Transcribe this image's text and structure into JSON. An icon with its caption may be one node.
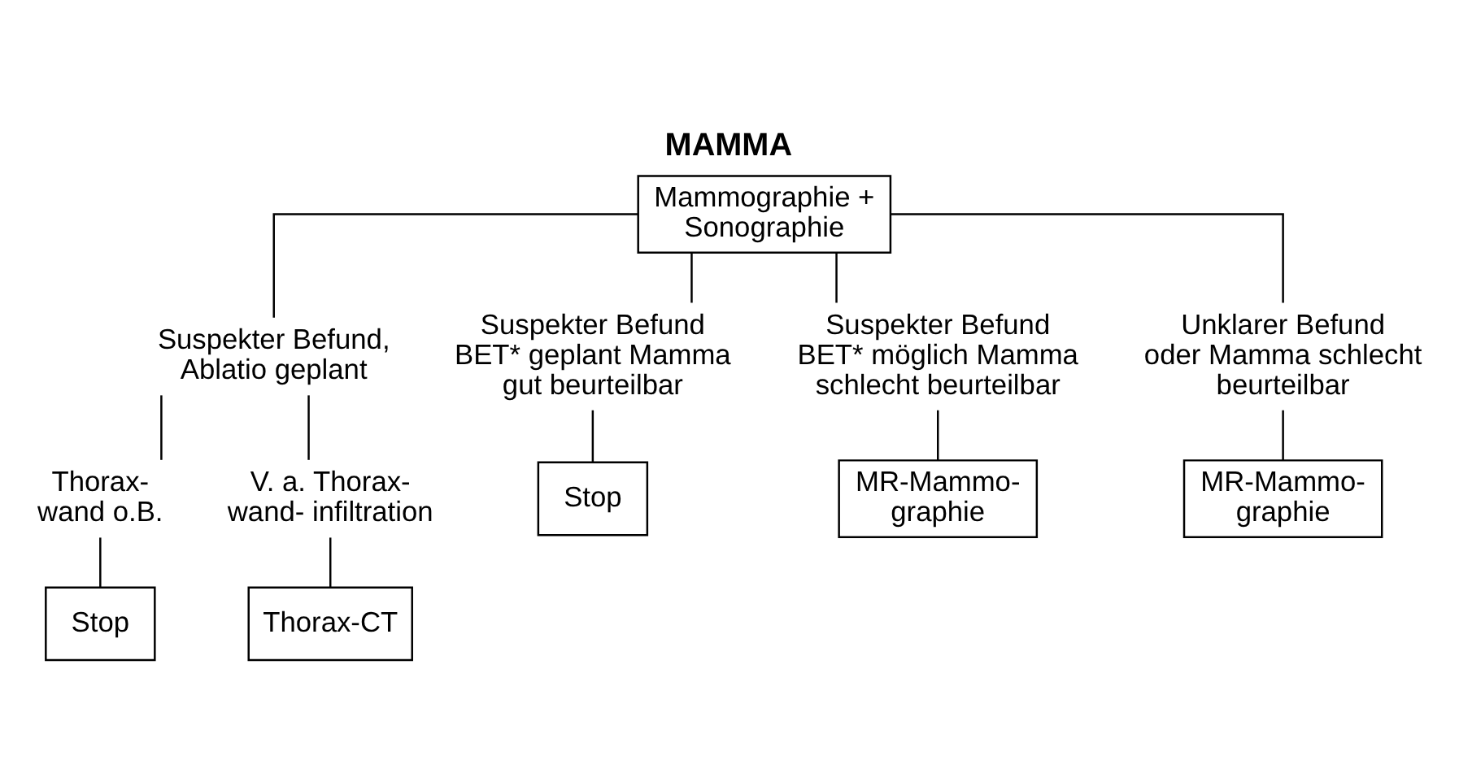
{
  "diagram": {
    "title": "MAMMA",
    "nodes": [
      {
        "text": [
          "Mammographie + Sonographie"
        ]
      },
      {
        "text": [
          "Suspekter Befund, Ablatio geplant"
        ]
      },
      {
        "text": [
          "Suspekter Befund BET* geplant Mamma gut beurteilbar"
        ]
      },
      {
        "text": [
          "Suspekter Befund BET* möglich Mamma schlecht beurteilbar"
        ]
      },
      {
        "text": [
          "Unklarer Befund oder Mamma schlecht beurteilbar"
        ]
      },
      {
        "text": [
          "Thorax- wand o.B."
        ]
      },
      {
        "text": [
          "V. a. Thorax- wand- infiltration"
        ]
      },
      {
        "text": [
          "Stop"
        ]
      },
      {
        "text": [
          "MR-Mammo- graphie"
        ]
      },
      {
        "text": [
          "MR-Mammo- graphie"
        ]
      },
      {
        "text": [
          "Stop"
        ]
      },
      {
        "text": [
          "Thorax-CT"
        ]
      }
    ],
    "edges": [
      {
        "from": 0,
        "to": 1,
        "arrow": "none"
      },
      {
        "from": 0,
        "to": 2,
        "arrow": "none"
      },
      {
        "from": 0,
        "to": 3,
        "arrow": "none"
      },
      {
        "from": 0,
        "to": 4,
        "arrow": "none"
      },
      {
        "from": 1,
        "to": 5,
        "arrow": "none"
      },
      {
        "from": 1,
        "to": 6,
        "arrow": "none"
      },
      {
        "from": 2,
        "to": 7,
        "arrow": "none"
      },
      {
        "from": 3,
        "to": 8,
        "arrow": "none"
      },
      {
        "from": 4,
        "to": 9,
        "arrow": "none"
      },
      {
        "from": 5,
        "to": 10,
        "arrow": "none"
      },
      {
        "from": 6,
        "to": 11,
        "arrow": "none"
      }
    ]
  }
}
